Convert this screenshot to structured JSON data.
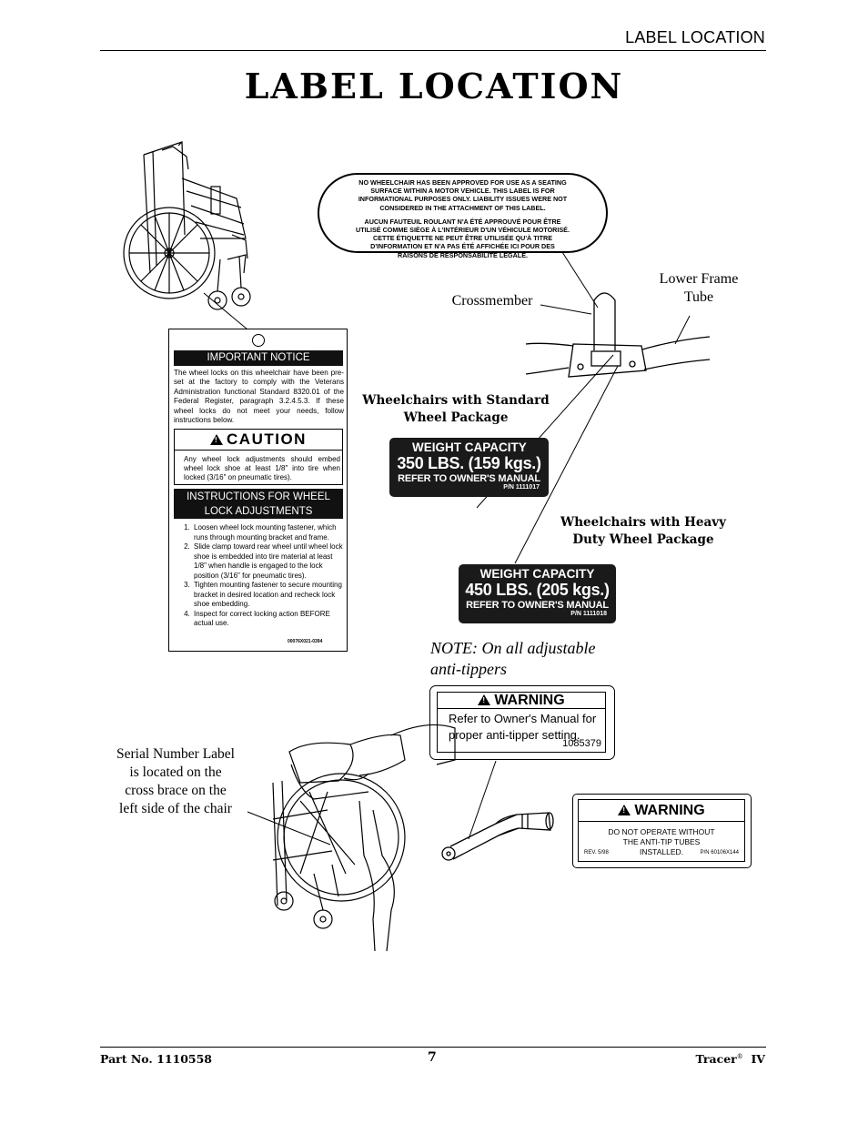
{
  "header": {
    "title": "LABEL LOCATION"
  },
  "page_title": "LABEL LOCATION",
  "seating_label": {
    "english": [
      "NO WHEELCHAIR HAS BEEN APPROVED FOR USE AS A SEATING",
      "SURFACE WITHIN A MOTOR VEHICLE. THIS LABEL IS FOR",
      "INFORMATIONAL PURPOSES ONLY. LIABILITY ISSUES WERE NOT",
      "CONSIDERED IN THE ATTACHMENT OF THIS LABEL."
    ],
    "french": [
      "AUCUN FAUTEUIL ROULANT N'A ÉTÉ APPROUVÉ POUR ÊTRE",
      "UTILISÉ COMME SIÈGE À L'INTÉRIEUR D'UN VÉHICULE MOTORISÉ.",
      "CETTE ÉTIQUETTE NE PEUT ÊTRE UTILISÉE QU'À TITRE",
      "D'INFORMATION ET N'A PAS ÉTÉ AFFICHÉE ICI POUR DES",
      "RAISONS DE RESPONSABILITÉ LEGALE."
    ]
  },
  "callouts": {
    "crossmember": "Crossmember",
    "lower_frame_tube": [
      "Lower Frame",
      "Tube"
    ],
    "standard": [
      "Wheelchairs with Standard",
      "Wheel Package"
    ],
    "heavy": [
      "Wheelchairs with Heavy",
      "Duty Wheel Package"
    ],
    "note": [
      "NOTE: On all adjustable",
      "anti-tippers"
    ],
    "serial": [
      "Serial Number Label",
      "is located on the",
      "cross brace on the",
      "left side of the chair"
    ]
  },
  "notice_label": {
    "title": "IMPORTANT NOTICE",
    "body": "The wheel locks on this wheelchair have been pre-set at the factory to comply with the Veterans Administration functional Standard 8320.01 of the Federal Register, paragraph 3.2.4.5.3. If these wheel locks do not meet your needs, follow instructions below.",
    "caution_title": "CAUTION",
    "caution_text": "Any wheel lock adjustments should embed wheel lock shoe at least 1/8\" into tire when locked (3/16\" on pneumatic tires).",
    "instructions_title_1": "INSTRUCTIONS FOR WHEEL",
    "instructions_title_2": "LOCK ADJUSTMENTS",
    "steps": [
      "Loosen wheel lock mounting fastener, which runs through mounting bracket and frame.",
      "Slide clamp toward rear wheel until wheel lock shoe is embedded into tire material at least 1/8\" when handle is engaged to the lock position (3/16\" for pneumatic tires).",
      "Tighten mounting fastener to secure mounting bracket in desired location and recheck lock shoe embedding.",
      "Inspect for correct locking action BEFORE actual use."
    ],
    "code": "00076X021-0394"
  },
  "weight_standard": {
    "line1": "WEIGHT CAPACITY",
    "line2": "350 LBS. (159 kgs.)",
    "line3": "REFER TO OWNER'S MANUAL",
    "pn": "P/N 1111017"
  },
  "weight_heavy": {
    "line1": "WEIGHT CAPACITY",
    "line2": "450 LBS. (205 kgs.)",
    "line3": "REFER TO OWNER'S MANUAL",
    "pn": "P/N 1111018"
  },
  "warning_1": {
    "title": "WARNING",
    "text": "Refer to Owner's Manual for proper anti-tipper setting.",
    "code": "1085379"
  },
  "warning_2": {
    "title": "WARNING",
    "text_1": "DO NOT OPERATE WITHOUT",
    "text_2": "THE ANTI-TIP TUBES",
    "text_3": "INSTALLED.",
    "rev": "REV. 5/98",
    "pn": "P/N 60106X144"
  },
  "footer": {
    "part_no": "Part No. 1110558",
    "page": "7",
    "product": "Tracer",
    "reg": "®",
    "model": "IV"
  }
}
